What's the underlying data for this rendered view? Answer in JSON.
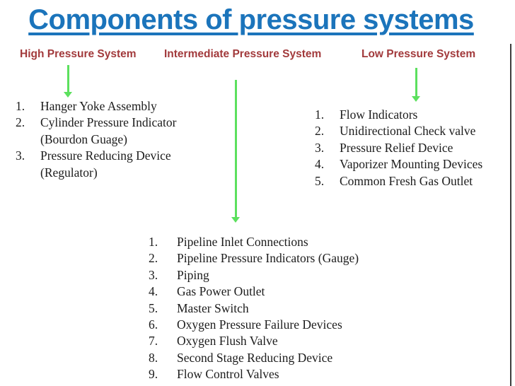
{
  "title": "Components of pressure systems",
  "colors": {
    "title_blue": "#1b74bb",
    "header_red": "#a23a3c",
    "arrow_green": "#5ce05e",
    "body_text": "#1c1c1c",
    "edge_line": "#3d3d3d"
  },
  "headers": {
    "high": "High Pressure System",
    "intermediate": "Intermediate Pressure System",
    "low": "Low Pressure System"
  },
  "lists": {
    "high": {
      "rows": [
        {
          "num": "1.",
          "text": "Hanger Yoke Assembly"
        },
        {
          "num": "2.",
          "text": "Cylinder Pressure Indicator"
        },
        {
          "num": "",
          "text": "(Bourdon Guage)"
        },
        {
          "num": "3.",
          "text": "Pressure Reducing Device"
        },
        {
          "num": "",
          "text": "(Regulator)"
        }
      ]
    },
    "low": {
      "rows": [
        {
          "num": "1.",
          "text": "Flow Indicators"
        },
        {
          "num": "2.",
          "text": "Unidirectional Check valve"
        },
        {
          "num": "3.",
          "text": "Pressure Relief Device"
        },
        {
          "num": "4.",
          "text": "Vaporizer Mounting Devices"
        },
        {
          "num": "5.",
          "text": "Common Fresh Gas Outlet"
        }
      ]
    },
    "intermediate": {
      "rows": [
        {
          "num": "1.",
          "text": "Pipeline Inlet Connections"
        },
        {
          "num": "2.",
          "text": "Pipeline Pressure Indicators (Gauge)"
        },
        {
          "num": "3.",
          "text": "Piping"
        },
        {
          "num": "4.",
          "text": "Gas Power Outlet"
        },
        {
          "num": "5.",
          "text": "Master Switch"
        },
        {
          "num": "6.",
          "text": "Oxygen Pressure Failure Devices"
        },
        {
          "num": "7.",
          "text": "Oxygen Flush Valve"
        },
        {
          "num": "8.",
          "text": "Second Stage Reducing Device"
        },
        {
          "num": "9.",
          "text": "Flow Control Valves"
        }
      ]
    }
  }
}
